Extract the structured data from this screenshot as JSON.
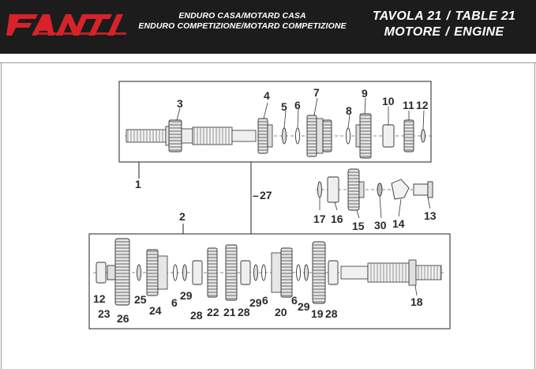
{
  "header": {
    "brand": "FANTIC",
    "models_line1": "ENDURO CASA/MOTARD CASA",
    "models_line2": "ENDURO COMPETIZIONE/MOTARD COMPETIZIONE",
    "tavola_it": "TAVOLA 21",
    "tavola_en": "TABLE 21",
    "section_it": "MOTORE",
    "section_en": "ENGINE",
    "separator": "/",
    "brand_color": "#d8222a"
  },
  "callouts": {
    "p1": "1",
    "p2": "2",
    "p3": "3",
    "p4": "4",
    "p5": "5",
    "p6": "6",
    "p7": "7",
    "p8": "8",
    "p9": "9",
    "p10": "10",
    "p11": "11",
    "p12": "12",
    "p13": "13",
    "p14": "14",
    "p15": "15",
    "p16": "16",
    "p17": "17",
    "p18": "18",
    "p19": "19",
    "p20": "20",
    "p21": "21",
    "p22": "22",
    "p23": "23",
    "p24": "24",
    "p25": "25",
    "p26": "26",
    "p27": "27",
    "p28": "28",
    "p29": "29",
    "p30": "30"
  }
}
